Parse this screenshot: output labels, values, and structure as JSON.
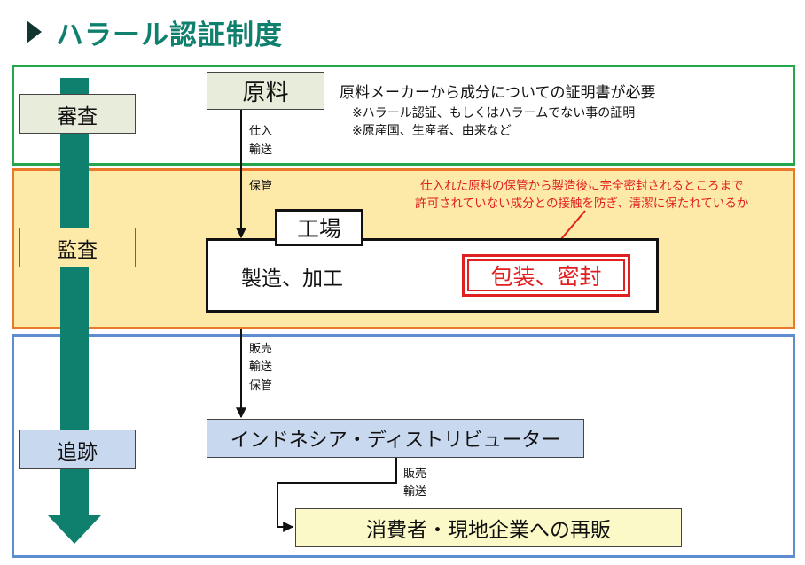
{
  "title": "ハラール認証制度",
  "stages": {
    "review": "審査",
    "audit": "監査",
    "trace": "追跡"
  },
  "boxes": {
    "raw_material": "原料",
    "factory": "工場",
    "manufacturing": "製造、加工",
    "packaging": "包装、密封",
    "distributor": "インドネシア・ディストリビューター",
    "consumer": "消費者・現地企業への再販"
  },
  "notes": {
    "raw_main": "原料メーカーから成分についての証明書が必要",
    "raw_sub1": "※ハラール認証、もしくはハラームでない事の証明",
    "raw_sub2": "※原産国、生産者、由来など",
    "audit_line1": "仕入れた原料の保管から製造後に完全密封されるところまで",
    "audit_line2": "許可されていない成分との接触を防ぎ、清潔に保たれているか"
  },
  "arrow_labels": {
    "purchase": "仕入",
    "transport1": "輸送",
    "storage1": "保管",
    "sales1": "販売",
    "transport2": "輸送",
    "storage2": "保管",
    "sales2": "販売",
    "transport3": "輸送"
  },
  "colors": {
    "title": "#0f7f6e",
    "teal_arrow": "#0f7f6e",
    "green_border": "#24a64a",
    "orange_border": "#ea7a2a",
    "orange_fill": "#fde9a8",
    "blue_border": "#5d8dcf",
    "red_accent": "#e02020"
  }
}
